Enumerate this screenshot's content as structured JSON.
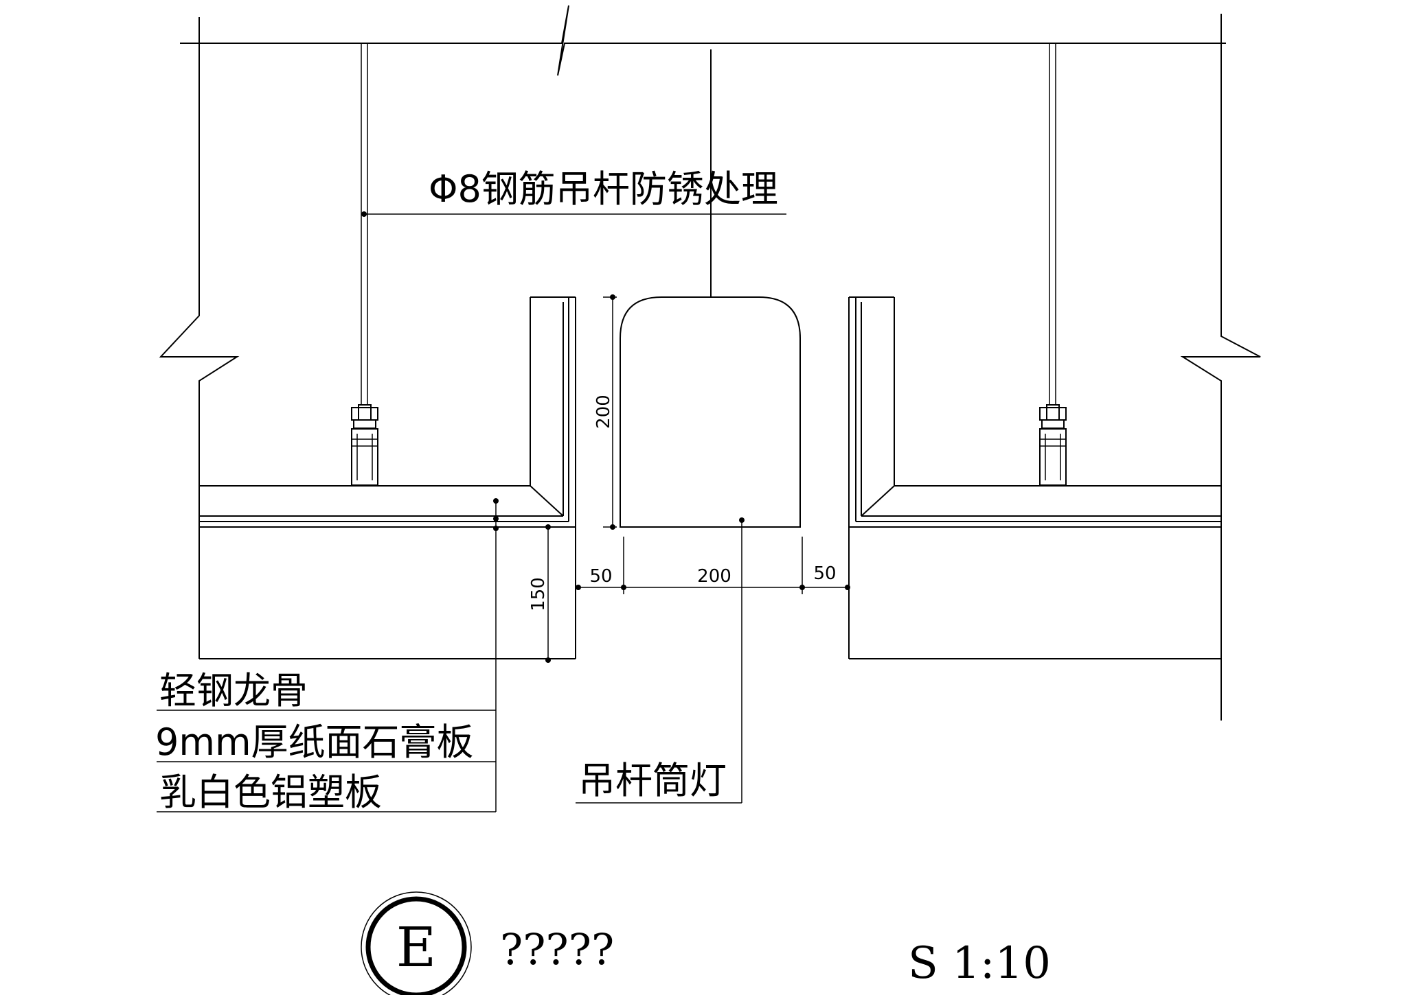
{
  "labels": {
    "rod": "Φ8钢筋吊杆防锈处理",
    "keel": "轻钢龙骨",
    "gypsum": "9mm厚纸面石膏板",
    "aluminum": "乳白色铝塑板",
    "downlight": "吊杆筒灯"
  },
  "dimensions": {
    "light_height": "200",
    "light_width": "200",
    "gap_left": "50",
    "gap_right": "50",
    "soffit_depth": "150"
  },
  "title": {
    "mark": "E",
    "name": "?????",
    "scale": "S 1:10"
  }
}
